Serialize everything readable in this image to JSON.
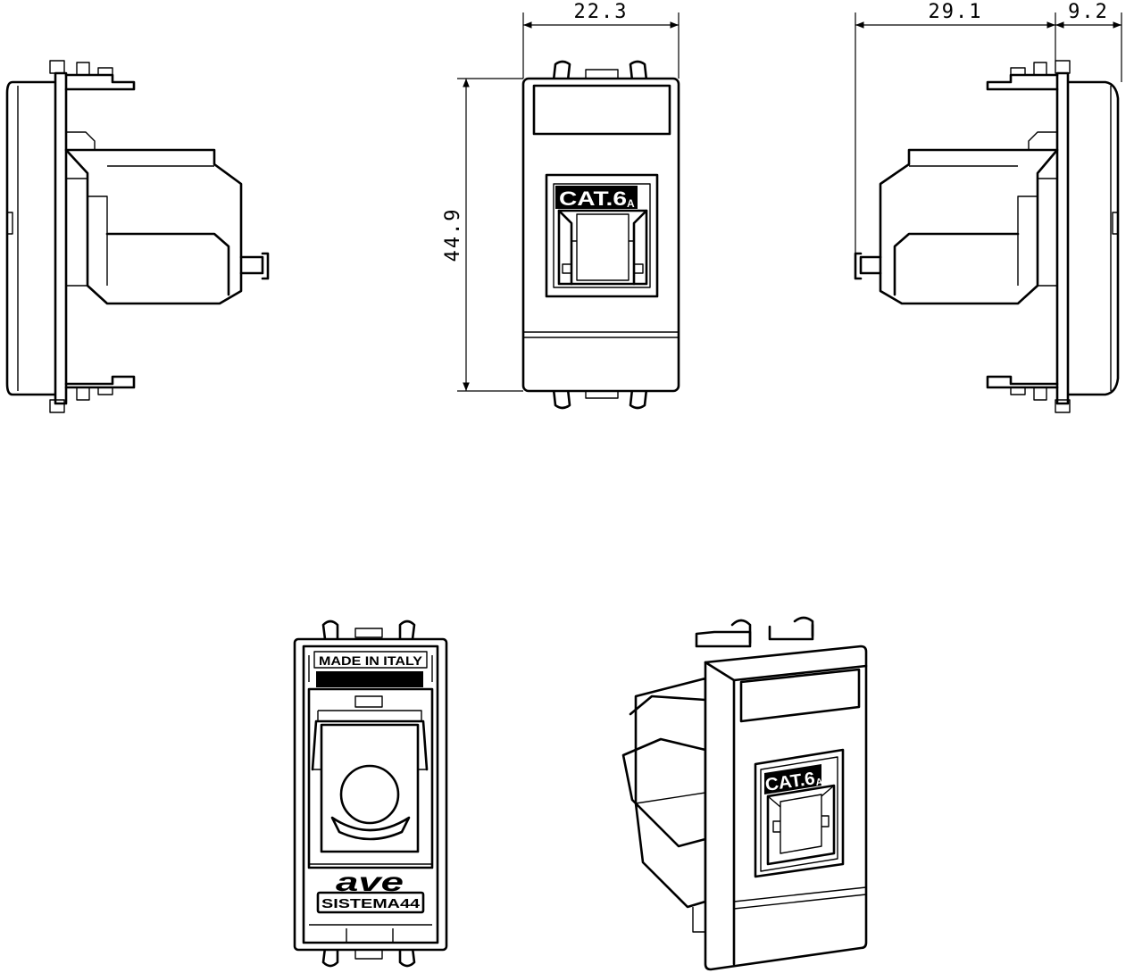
{
  "dimensions": {
    "front_width": "22.3",
    "height": "44.9",
    "depth": "29.1",
    "flange": "9.2"
  },
  "markings": {
    "category": "CAT.6",
    "category_sub": "A",
    "origin": "MADE IN ITALY",
    "brand": "ave",
    "series": "SISTEMA44"
  }
}
